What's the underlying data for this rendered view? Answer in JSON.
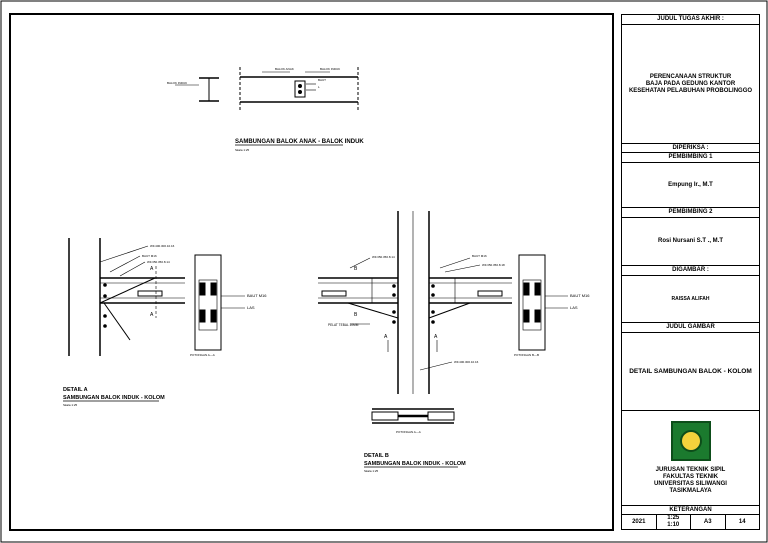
{
  "title_block": {
    "header": "JUDUL TUGAS AKHIR :",
    "project_title": [
      "PERENCANAAN STRUKTUR",
      "BAJA PADA GEDUNG KANTOR",
      "KESEHATAN PELABUHAN PROBOLINGGO"
    ],
    "checked_label": "DIPERIKSA :",
    "supervisor1_label": "PEMBIMBING 1",
    "supervisor1_name": "Empung Ir., M.T",
    "supervisor2_label": "PEMBIMBING 2",
    "supervisor2_name": "Rosi Nursani S.T ., M.T",
    "drawn_label": "DIGAMBAR :",
    "drawn_name": "RAISSA ALIFAH",
    "drawing_title_label": "JUDUL GAMBAR",
    "drawing_title": "DETAIL SAMBUNGAN BALOK - KOLOM",
    "institution": [
      "JURUSAN TEKNIK SIPIL",
      "FAKULTAS TEKNIK",
      "UNIVERSITAS SILIWANGI",
      "TASIKMALAYA"
    ],
    "notes_label": "KETERANGAN",
    "year": "2021",
    "scale": [
      "1:25",
      "1:10"
    ],
    "paper": "A3",
    "sheet_no": "14"
  },
  "drawing": {
    "top_detail_title": "SAMBUNGAN BALOK ANAK - BALOK INDUK",
    "scale_note": "Skala 1:25",
    "top_labels": [
      "BALOK INDUK",
      "BALOK ANAK",
      "BAUT",
      "L"
    ],
    "detail_a": {
      "labels": [
        "WF.400.300.10.16",
        "BAUT M16",
        "WF.350.350.8.14"
      ],
      "section_marks": [
        "A",
        "A"
      ],
      "side_labels": [
        "BAUT M16",
        "LAS"
      ],
      "section_caption": "POTONGAN A—A",
      "title_line1": "DETAIL A",
      "title_line2": "SAMBUNGAN BALOK INDUK - KOLOM"
    },
    "detail_b": {
      "labels": [
        "WF.350.350.8.14",
        "BAUT M16",
        "WF.350.350.8.18",
        "WF.400.300.10.16"
      ],
      "section_marks": [
        "A",
        "A",
        "B",
        "B"
      ],
      "plate_label": "PELAT TEBAL 10MM",
      "side_labels": [
        "BAUT M16",
        "LAS"
      ],
      "section_caption_b": "POTONGAN B—B",
      "section_caption_a": "POTONGAN A—A",
      "title_line1": "DETAIL B",
      "title_line2": "SAMBUNGAN BALOK INDUK - KOLOM"
    }
  }
}
